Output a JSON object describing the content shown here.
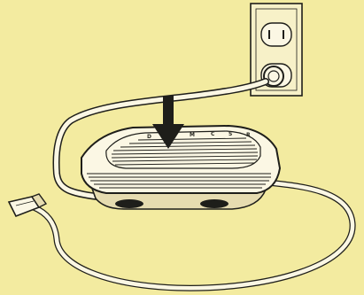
{
  "illustration": {
    "colors": {
      "paper": "#f3eba0",
      "line": "#1e1e1a",
      "device_fill": "#fbf7e4",
      "shade": "#e6dcb0",
      "arrow": "#1e1e1a"
    },
    "icons": [
      "wall-outlet-icon",
      "power-plug-icon",
      "foot-pedal-icon",
      "down-arrow-icon",
      "cable-connector-icon"
    ],
    "device_letters": [
      "D",
      "M",
      "C",
      "S",
      "R"
    ]
  }
}
